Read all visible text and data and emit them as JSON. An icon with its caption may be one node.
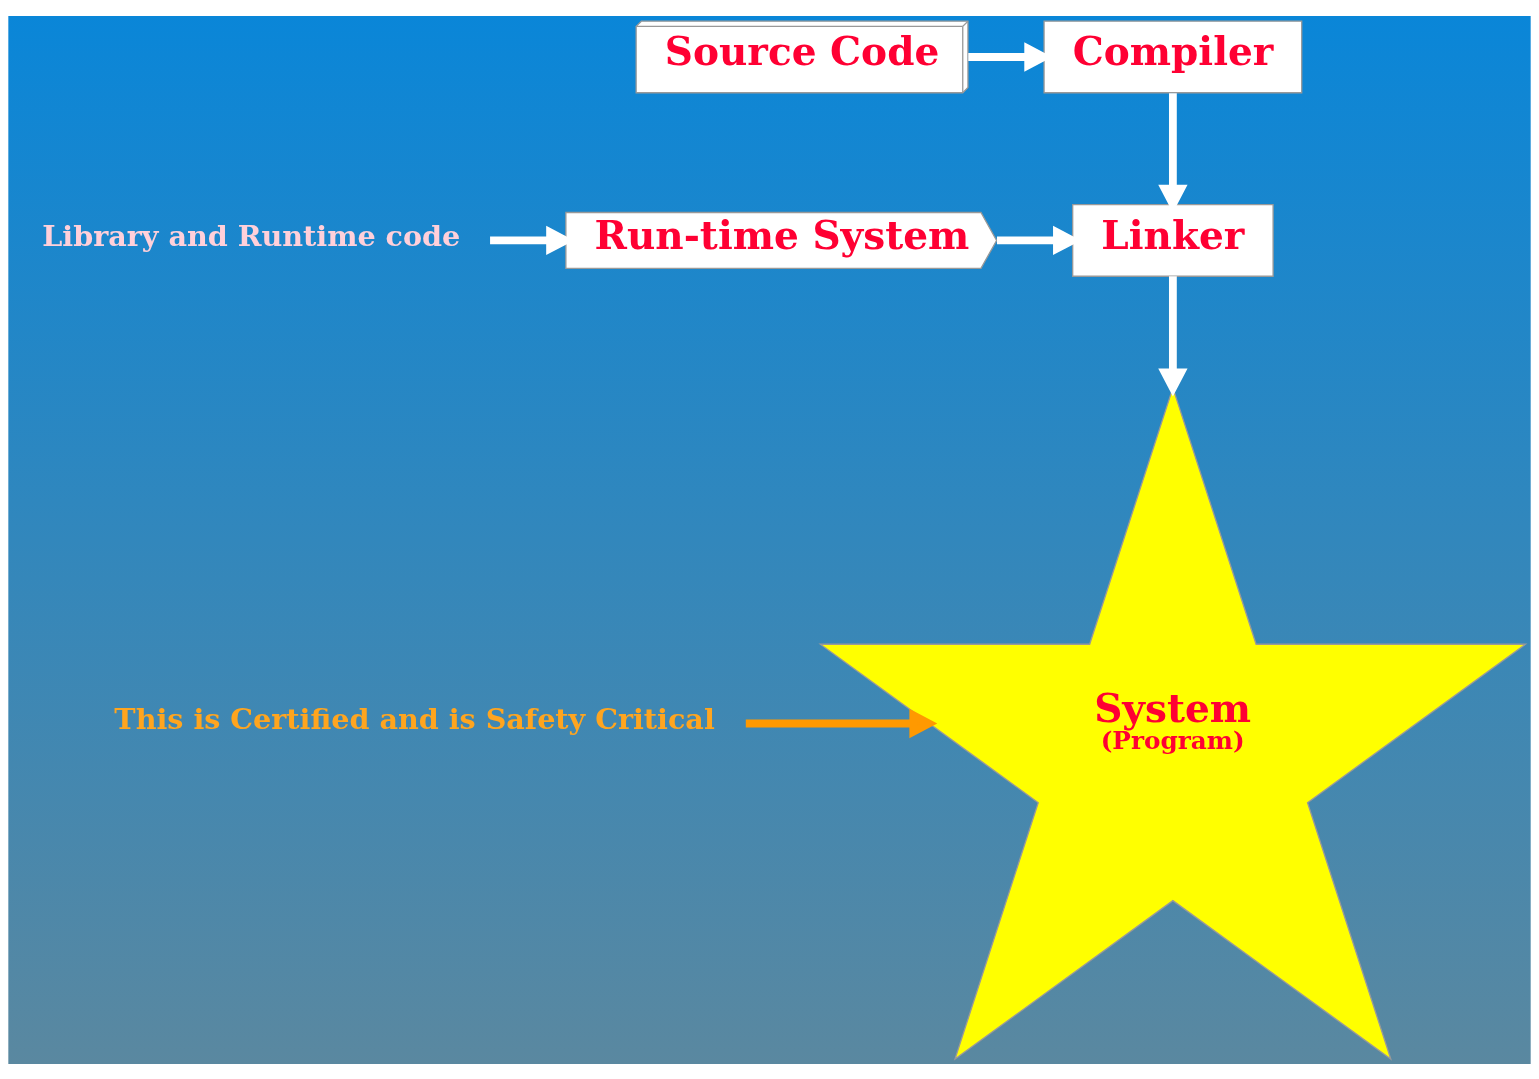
{
  "diagram": {
    "nodes": [
      {
        "text": [
          "Source Code"
        ]
      },
      {
        "text": [
          "Compiler"
        ]
      },
      {
        "text": [
          "Library and Runtime code"
        ]
      },
      {
        "text": [
          "Run-time System"
        ]
      },
      {
        "text": [
          "Linker"
        ]
      },
      {
        "text": [
          "System",
          "(Program)"
        ]
      },
      {
        "text": [
          "This is Certified and is Safety Critical"
        ]
      }
    ],
    "edges": [
      {
        "from": 0,
        "to": 1,
        "arrow": "to"
      },
      {
        "from": 1,
        "to": 4,
        "arrow": "to"
      },
      {
        "from": 2,
        "to": 3,
        "arrow": "to"
      },
      {
        "from": 3,
        "to": 4,
        "arrow": "to"
      },
      {
        "from": 4,
        "to": 5,
        "arrow": "to"
      },
      {
        "from": 6,
        "to": 5,
        "arrow": "to",
        "color": "#ff9900"
      }
    ]
  }
}
